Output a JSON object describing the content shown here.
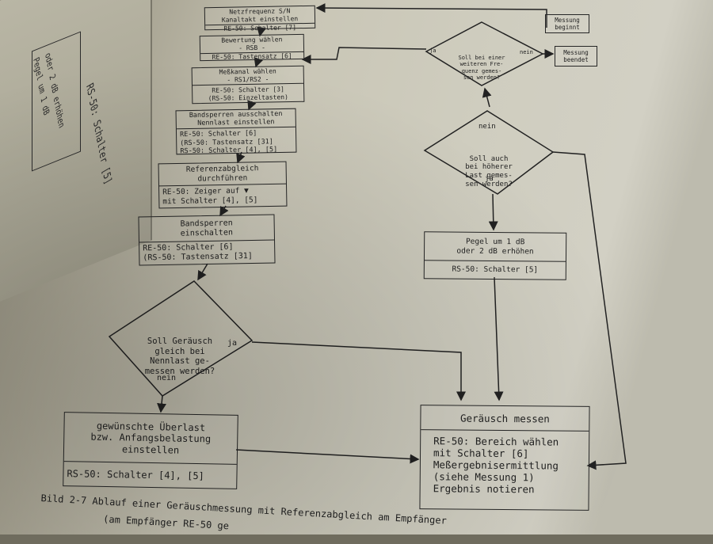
{
  "left_page": {
    "text1": "Pegel um 1 dB",
    "text2": "oder 2 dB erhöhen",
    "text3": "RS-50: Schalter [5]"
  },
  "boxes": {
    "b1": {
      "top": [
        "Netzfrequenz S/N",
        "Kanaltakt einstellen"
      ],
      "bottom": [
        "RE-50: Schalter [7]"
      ]
    },
    "b2": {
      "top": [
        "Bewertung wählen",
        "- RSB -"
      ],
      "bottom": [
        "RE-50: Tastensatz [6]"
      ]
    },
    "b3": {
      "top": [
        "Meßkanal wählen",
        "- RS1/RS2 -"
      ],
      "bottom": [
        "RE-50: Schalter [3]",
        "(RS-50: Einzeltasten)"
      ]
    },
    "b4": {
      "top": [
        "Bandsperren ausschalten",
        "Nennlast einstellen"
      ],
      "bottom": [
        "RE-50: Schalter [6]",
        "(RS-50: Tastensatz [31]",
        "RS-50: Schalter [4], [5]"
      ]
    },
    "b5": {
      "top": [
        "Referenzabgleich",
        "durchführen"
      ],
      "bottom": [
        "RE-50: Zeiger auf ▼",
        "mit Schalter [4], [5]"
      ]
    },
    "b6": {
      "top": [
        "Bandsperren",
        "einschalten"
      ],
      "bottom": [
        "RE-50: Schalter [6]",
        "(RS-50: Tastensatz [31]"
      ]
    },
    "b7": {
      "top": [
        "gewünschte Überlast",
        "bzw. Anfangsbelastung",
        "einstellen"
      ],
      "bottom": [
        "RS-50: Schalter [4], [5]"
      ]
    },
    "b8": {
      "top": [
        "Pegel um 1 dB",
        "oder 2 dB erhöhen"
      ],
      "bottom": [
        "RS-50: Schalter [5]"
      ]
    },
    "b9": {
      "top": [
        "Geräusch messen"
      ],
      "bottom": [
        "RE-50: Bereich wählen",
        "mit Schalter [6]",
        "Meßergebnisermittlung",
        "(siehe Messung 1)",
        "Ergebnis notieren"
      ]
    },
    "start": {
      "top": [
        "Messung",
        "beginnt"
      ]
    },
    "end": {
      "top": [
        "Messung",
        "beendet"
      ]
    }
  },
  "decisions": {
    "d1": [
      "Soll Geräusch",
      "gleich bei",
      "Nennlast ge-",
      "messen werden?"
    ],
    "d2": [
      "Soll auch",
      "bei höherer",
      "Last gemes-",
      "sen werden?"
    ],
    "d3": [
      "Soll bei einer",
      "weiteren Fre-",
      "quenz gemes-",
      "sen werden?"
    ]
  },
  "labels": {
    "d1_yes": "ja",
    "d1_no": "nein",
    "d2_yes": "ja",
    "d2_no": "nein",
    "d3_yes": "ja",
    "d3_no": "nein"
  },
  "caption": {
    "line1": "Bild 2-7   Ablauf einer Geräuschmessung mit Referenzabgleich am Empfänger",
    "line2": "(am Empfänger RE-50 ge"
  }
}
